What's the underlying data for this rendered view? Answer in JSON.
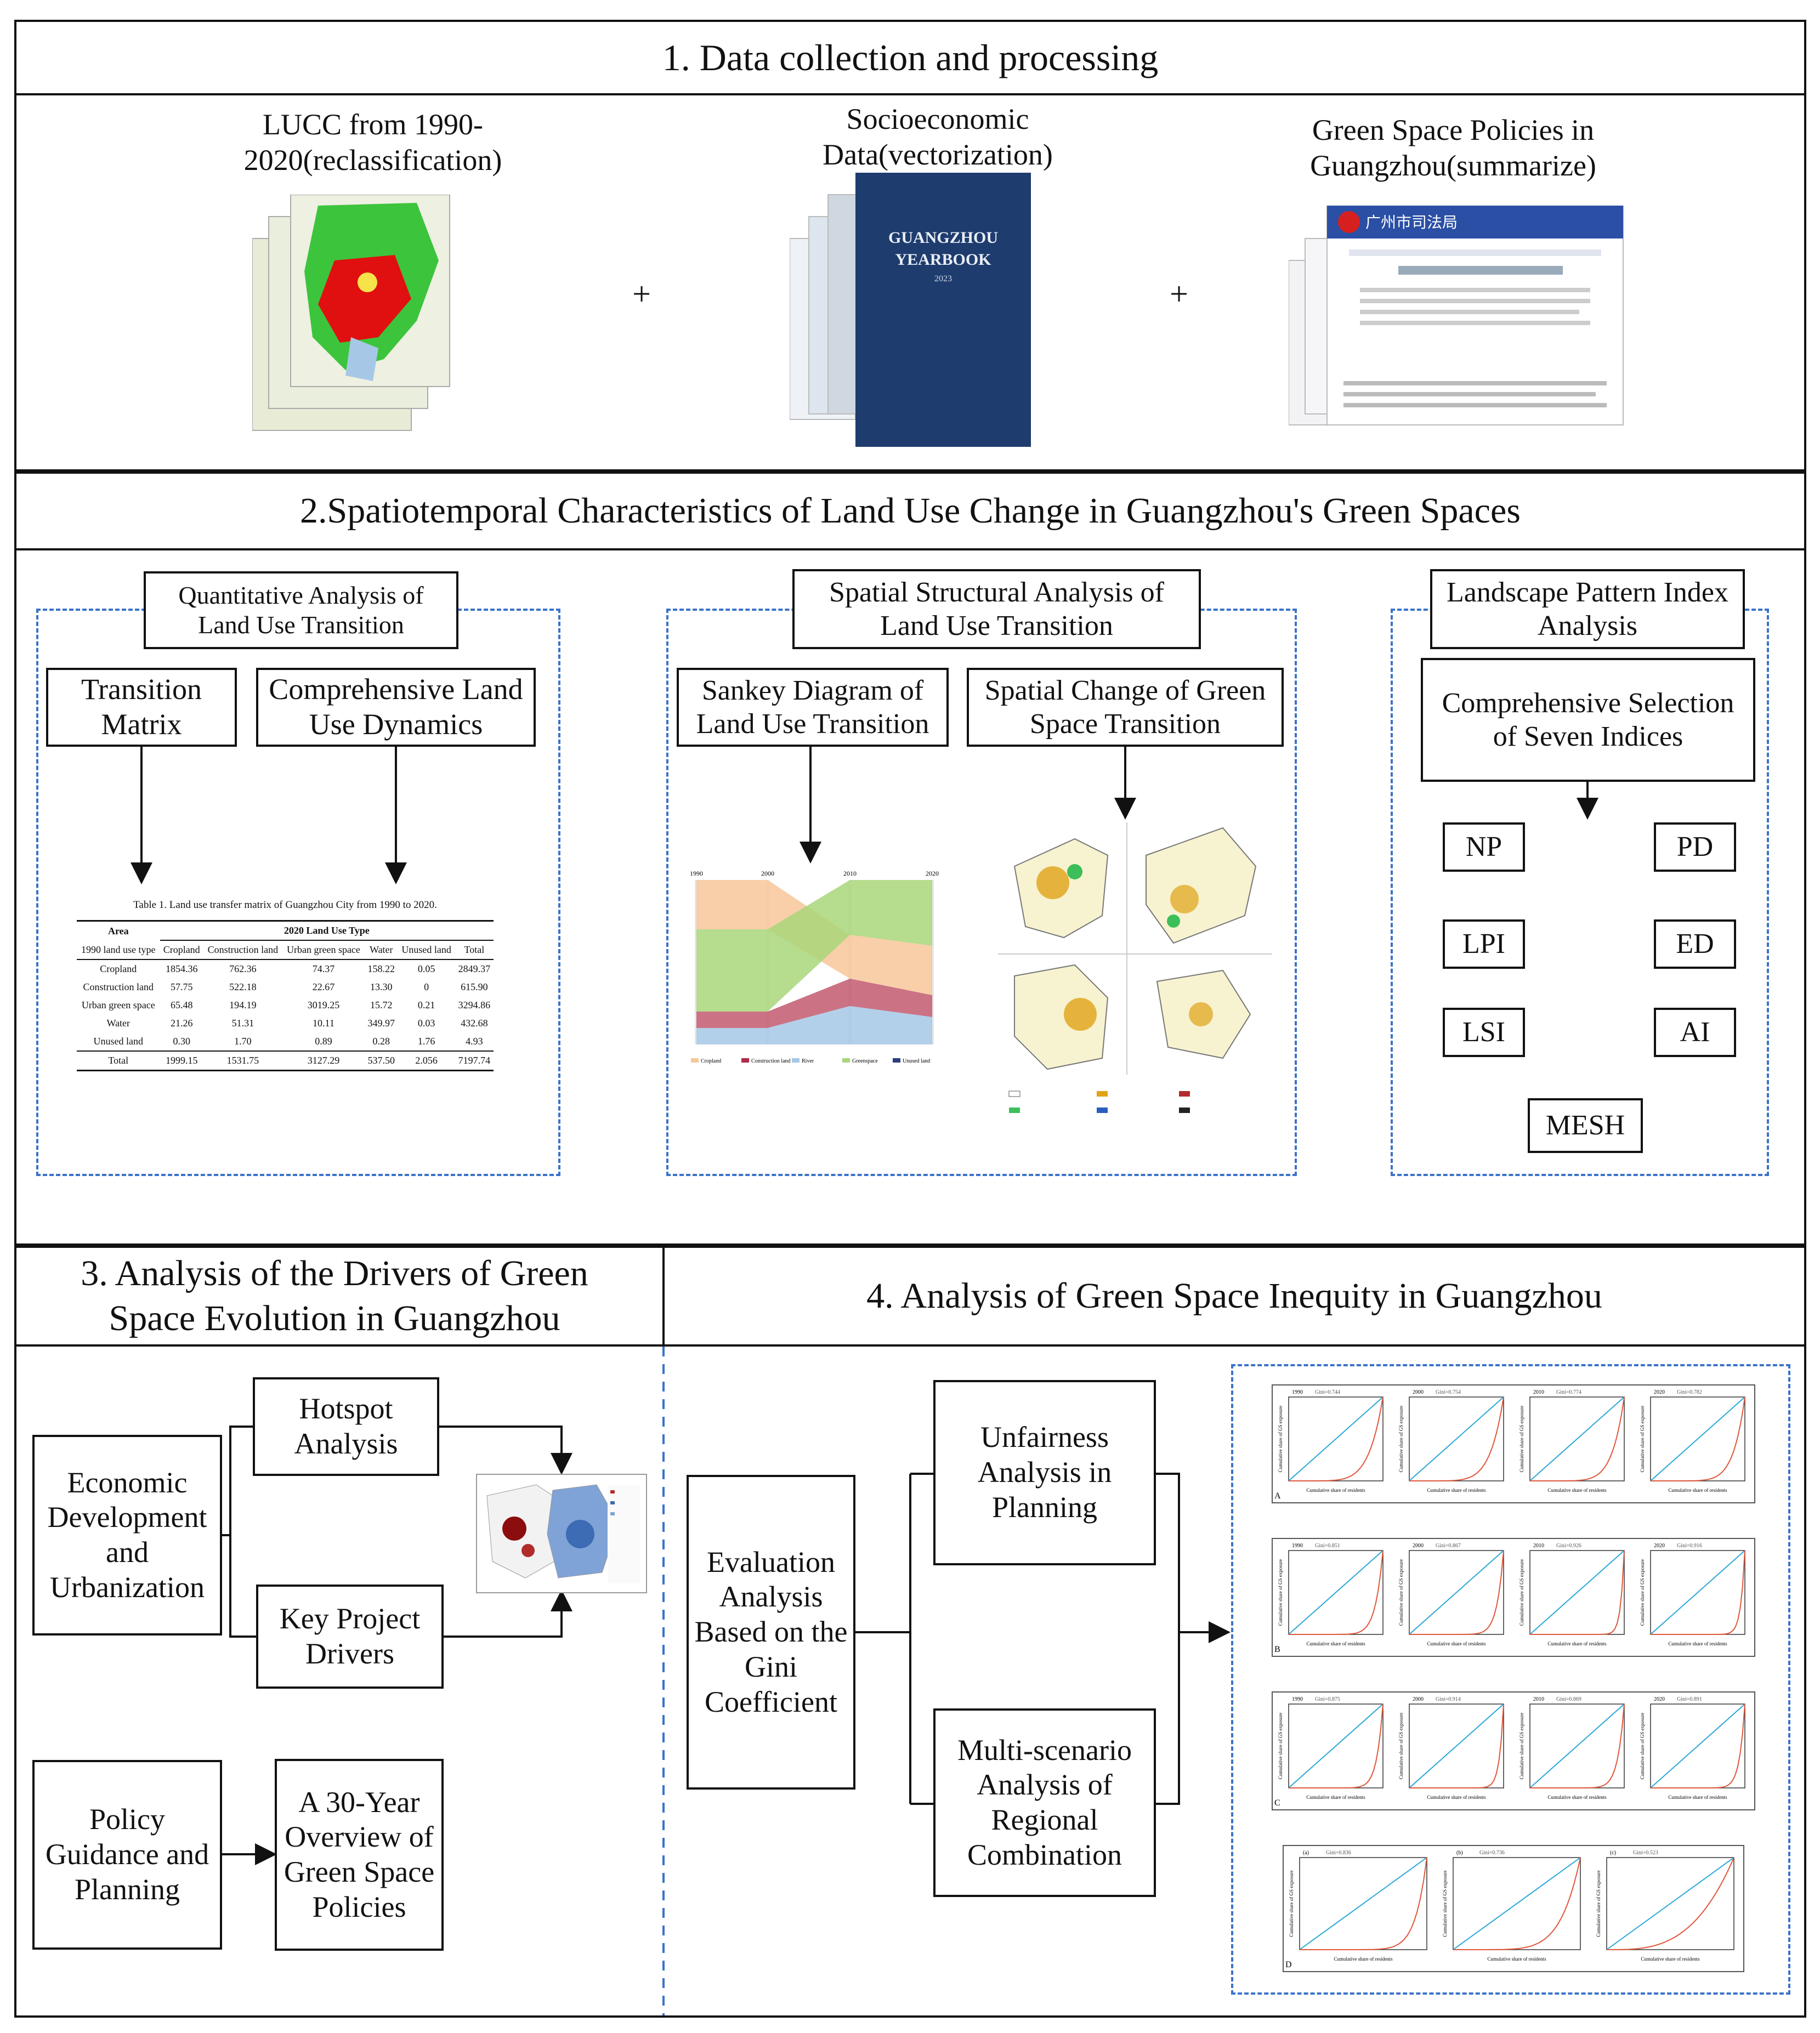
{
  "section1": {
    "title": "1. Data collection and processing",
    "lucc_caption": "LUCC from 1990-2020(reclassification)",
    "socio_caption": "Socioeconomic Data(vectorization)",
    "policy_caption": "Green Space Policies in Guangzhou(summarize)",
    "plus": "+",
    "yearbook": {
      "line1": "GUANGZHOU",
      "line2": "YEARBOOK",
      "year": "2023"
    },
    "policy_site": "广州市司法局"
  },
  "section2": {
    "title": "2.Spatiotemporal Characteristics of Land Use Change in Guangzhou's Green Spaces",
    "quant_title": "Quantitative Analysis of Land Use Transition",
    "transition_matrix": "Transition Matrix",
    "comprehensive_dynamics": "Comprehensive Land Use Dynamics",
    "spatial_title": "Spatial Structural Analysis of Land Use Transition",
    "sankey_label": "Sankey Diagram of Land Use Transition",
    "spatial_change_label": "Spatial Change of Green Space Transition",
    "landscape_title": "Landscape Pattern Index Analysis",
    "seven_indices": "Comprehensive Selection of Seven Indices",
    "indices": [
      "NP",
      "PD",
      "LPI",
      "ED",
      "LSI",
      "AI",
      "MESH"
    ],
    "sankey_years": [
      "1990",
      "2000",
      "2010",
      "2020"
    ],
    "sankey_legend": [
      "Cropland",
      "Construction land",
      "River",
      "Greenspace",
      "Unused land"
    ],
    "table": {
      "caption": "Table 1. Land use transfer matrix of Guangzhou City from 1990 to 2020.",
      "area": "Area",
      "group": "2020 Land Use Type",
      "headers": [
        "1990 land use type",
        "Cropland",
        "Construction land",
        "Urban green space",
        "Water",
        "Unused land",
        "Total"
      ],
      "rows": [
        [
          "Cropland",
          "1854.36",
          "762.36",
          "74.37",
          "158.22",
          "0.05",
          "2849.37"
        ],
        [
          "Construction land",
          "57.75",
          "522.18",
          "22.67",
          "13.30",
          "0",
          "615.90"
        ],
        [
          "Urban green space",
          "65.48",
          "194.19",
          "3019.25",
          "15.72",
          "0.21",
          "3294.86"
        ],
        [
          "Water",
          "21.26",
          "51.31",
          "10.11",
          "349.97",
          "0.03",
          "432.68"
        ],
        [
          "Unused land",
          "0.30",
          "1.70",
          "0.89",
          "0.28",
          "1.76",
          "4.93"
        ],
        [
          "Total",
          "1999.15",
          "1531.75",
          "3127.29",
          "537.50",
          "2.056",
          "7197.74"
        ]
      ]
    }
  },
  "section3": {
    "title": "3. Analysis of the Drivers of Green Space Evolution in Guangzhou",
    "economic": "Economic Development and Urbanization",
    "hotspot": "Hotspot Analysis",
    "key_project": "Key Project Drivers",
    "policy_guidance": "Policy Guidance and Planning",
    "overview": "A 30-Year Overview of Green Space Policies"
  },
  "section4": {
    "title": "4. Analysis of Green Space Inequity in Guangzhou",
    "evaluation": "Evaluation Analysis Based on the Gini Coefficient",
    "unfairness": "Unfairness Analysis in Planning",
    "multi": "Multi-scenario Analysis of Regional Combination",
    "panel_letters": [
      "A",
      "B",
      "C",
      "D"
    ],
    "years": [
      "1990",
      "2000",
      "2010",
      "2020"
    ],
    "gini_A": [
      "Gini=0.744",
      "Gini=0.754",
      "Gini=0.774",
      "Gini=0.782"
    ],
    "gini_B": [
      "Gini=0.851",
      "Gini=0.867",
      "Gini=0.926",
      "Gini=0.916"
    ],
    "gini_C": [
      "Gini=0.875",
      "Gini=0.914",
      "Gini=0.869",
      "Gini=0.891"
    ],
    "scenario_labels": [
      "(a)",
      "(b)",
      "(c)"
    ],
    "gini_D": [
      "Gini=0.836",
      "Gini=0.736",
      "Gini=0.523"
    ],
    "xlabel": "Cumulative share of residents",
    "ylabel": "Cumulative share of GS exposure"
  }
}
